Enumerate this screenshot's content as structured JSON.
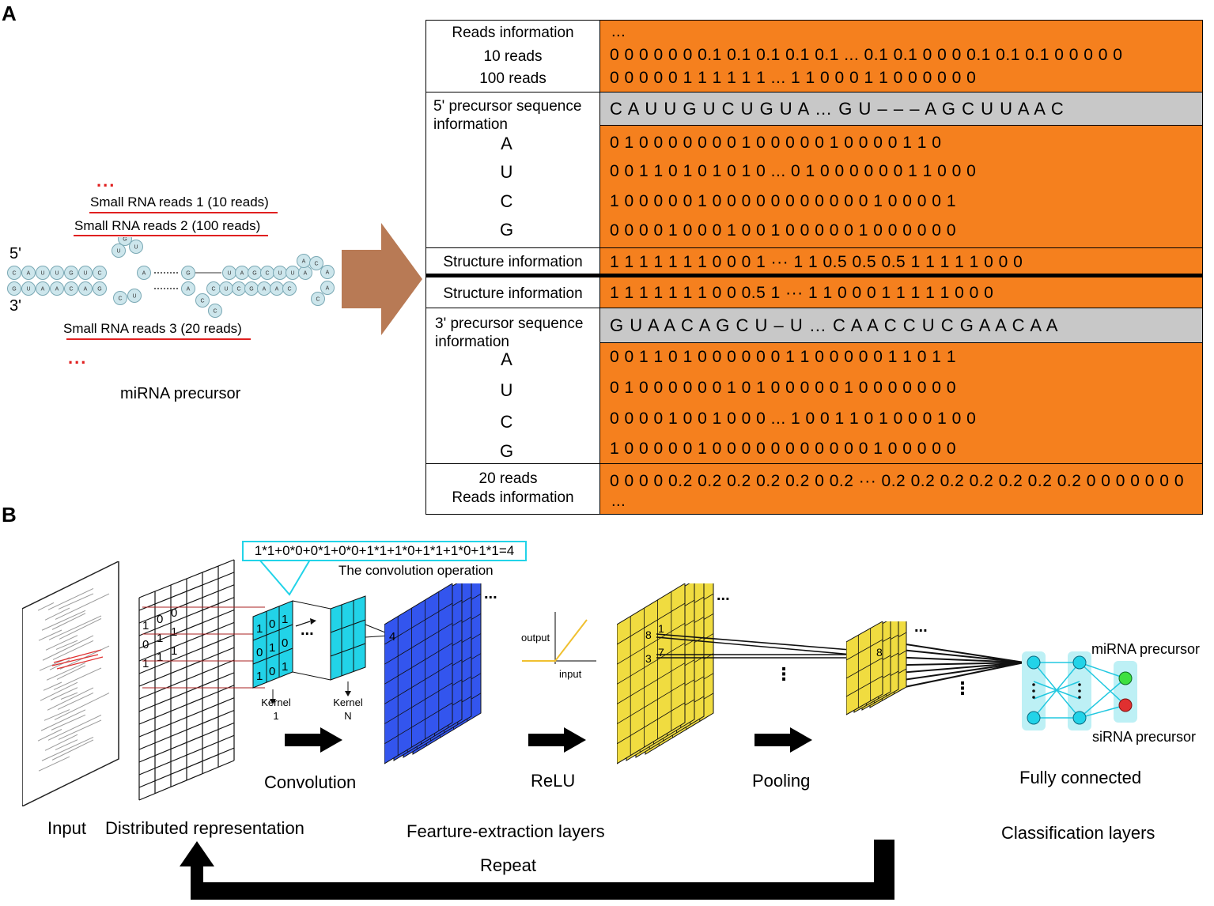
{
  "panels": {
    "a": "A",
    "b": "B"
  },
  "precursor": {
    "ellipsis": "...",
    "reads1": "Small RNA reads 1 (10 reads)",
    "reads2": "Small RNA reads 2 (100 reads)",
    "reads3": "Small RNA reads 3 (20 reads)",
    "five_prime": "5'",
    "three_prime": "3'",
    "caption": "miRNA precursor",
    "top_strand": [
      "C",
      "A",
      "U",
      "U",
      "G",
      "U",
      "C"
    ],
    "bottom_strand": [
      "G",
      "U",
      "A",
      "A",
      "C",
      "A",
      "G"
    ],
    "loop_nt": [
      "U",
      "G",
      "U",
      "A",
      "U",
      "C"
    ],
    "right_top": [
      "U",
      "A",
      "G",
      "C",
      "U",
      "U",
      "A"
    ],
    "right_bottom": [
      "C",
      "U",
      "C",
      "G",
      "A",
      "A",
      "C"
    ],
    "right_loop": [
      "A",
      "C",
      "A",
      "A",
      "C"
    ],
    "mid_nt": [
      "G",
      "A",
      "C",
      "C"
    ]
  },
  "tableA": {
    "reads_info_title": "Reads information",
    "ten_reads": "10 reads",
    "hundred_reads": "100 reads",
    "ellipsis": "...",
    "row_ten": "0   0   0   0   0   0 0.1 0.1 0.1 0.1  0.1 ... 0.1 0.1  0   0   0 0.1 0.1 0.1  0   0   0   0   0",
    "row_hundred": "0   0   0   0   0   1   1   1   1   1   1  ...  1   1   0   0   0   1   1    0   0   0   0   0   0",
    "five_seq_title": "5' precursor sequence information",
    "five_seq": "C A U U G U C U G U A … G U – – – A G C U U A A C",
    "nt_a": "A",
    "nt_u": "U",
    "nt_c": "C",
    "nt_g": "G",
    "five_a": "0  1  0  0   0  0  0  0  0  1      0  0  0  0  0  1  0  0  0  0  1  1  0",
    "five_u": "0  0  1  1   0  1  0  1  0  1  0  ...  0  1  0  0  0  0  0  0  1  1  0  0  0",
    "five_c": "1  0  0  0   0  0  1  0  0  0  0      0  0  0  0  0  0  0  1  0  0  0  0  1",
    "five_g": "0  0  0  0   1  0  0  0  1  0  0      1  0  0  0  0  0  1  0  0  0  0  0  0",
    "struct_title": "Structure information",
    "struct_five": "1   1   1   1   1   1   1   0   0   0   1 ··· 1   1  0.5 0.5 0.5 1   1   1   1   1   0   0   0",
    "struct_three": "1   1   1   1   1   1   1   0   0  0.5  1 ··· 1   1   0   0   0   1   1   1   1   1   0   0   0",
    "three_seq_title": "3' precursor sequence information",
    "three_seq": "G U A A C A G C U – U … C A A C C U C G A A C A A",
    "three_a": "0  0  1  1  0  1  0  0  0  0  0      0  1  1  0  0  0  0  0  1  1  0  1  1",
    "three_u": "0  1  0  0  0  0  0  0  1  0  1      0  0  0  0  0  1  0  0  0  0  0  0  0",
    "three_c": "0  0  0  0  1  0  0  1  0  0  0  ...  1  0  0  1  1  0  1  0  0  0  1  0  0",
    "three_g": "1  0  0  0  0  0  1  0  0  0  0      0  0  0  0  0  0  0  1  0  0  0  0  0",
    "twenty_reads": "20 reads",
    "reads_info_bottom": "Reads information",
    "row_twenty": "0   0   0   0  0.2 0.2 0.2 0.2 0.2 0  0.2 ··· 0.2 0.2 0.2 0.2 0.2 0.2 0.2  0   0   0   0   0   0   0"
  },
  "panelB": {
    "formula": "1*1+0*0+0*1+0*0+1*1+1*0+1*1+1*0+1*1=4",
    "conv_op": "The convolution operation",
    "kernel1": "Kernel\n1",
    "kernel1_a": "Kernel",
    "kernel1_b": "1",
    "kernelN_a": "Kernel",
    "kernelN_b": "N",
    "grid_vals": [
      "1",
      "0",
      "0",
      "0",
      "1",
      "1",
      "1",
      "1",
      "1"
    ],
    "kernel_vals": [
      "1",
      "0",
      "1",
      "0",
      "1",
      "0",
      "1",
      "0",
      "1"
    ],
    "conv_result": "4",
    "output_lbl": "output",
    "input_lbl": "input",
    "pool_vals": [
      "8",
      "1",
      "3",
      "7"
    ],
    "pooled_val": "8",
    "dots": "...",
    "vdots": "⋮",
    "convolution": "Convolution",
    "relu": "ReLU",
    "pooling": "Pooling",
    "fully_connected": "Fully connected",
    "mirna_prec": "miRNA precursor",
    "sirna_prec": "siRNA  precursor",
    "input": "Input",
    "distributed": "Distributed representation",
    "feature_layers": "Fearture-extraction layers",
    "class_layers": "Classification layers",
    "repeat": "Repeat"
  },
  "colors": {
    "orange": "#f5801e",
    "gray": "#c8c8c8",
    "cyan": "#22d3e8",
    "blue": "#3355ee",
    "yellow": "#f0dc40",
    "arrow": "#b87a55"
  }
}
